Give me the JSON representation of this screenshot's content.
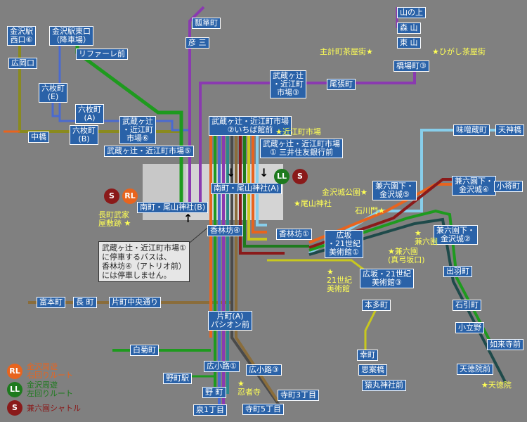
{
  "colors": {
    "background": "#808080",
    "stop_box": "#2a62a8",
    "landmark_text": "#ffff55",
    "right_loop": "#e8641e",
    "left_loop": "#1e7a1e",
    "kenrokuen_shuttle": "#8a1a1a"
  },
  "stops": [
    {
      "id": "kanazawa-west",
      "lines": [
        "金沢駅",
        "西口⑥"
      ]
    },
    {
      "id": "kanazawa-east",
      "lines": [
        "金沢駅東口",
        "（降車場）"
      ]
    },
    {
      "id": "rifare",
      "lines": [
        "リファーレ前"
      ]
    },
    {
      "id": "hirookaguchi",
      "lines": [
        "広岡口"
      ]
    },
    {
      "id": "rokumaicho-e",
      "lines": [
        "六枚町",
        "(E)"
      ]
    },
    {
      "id": "rokumaicho-a",
      "lines": [
        "六枚町",
        "(A)"
      ]
    },
    {
      "id": "rokumaicho-b",
      "lines": [
        "六枚町",
        "(B)"
      ]
    },
    {
      "id": "nakabashi",
      "lines": [
        "中橋"
      ]
    },
    {
      "id": "musashi-omicho-6",
      "lines": [
        "武蔵ヶ辻",
        "・近江町",
        "市場⑥"
      ]
    },
    {
      "id": "musashi-omicho-5",
      "lines": [
        "武蔵ヶ辻・近江町市場⑤"
      ]
    },
    {
      "id": "hyotanmachi",
      "lines": [
        "瓢箪町"
      ]
    },
    {
      "id": "hikoso",
      "lines": [
        "彦 三"
      ]
    },
    {
      "id": "musashi-omicho-3",
      "lines": [
        "武蔵ヶ辻",
        "・近江町",
        "市場③"
      ]
    },
    {
      "id": "owaricho",
      "lines": [
        "尾張町"
      ]
    },
    {
      "id": "yamanoue",
      "lines": [
        "山の上"
      ]
    },
    {
      "id": "moriyama",
      "lines": [
        "森 山"
      ]
    },
    {
      "id": "higashiyama",
      "lines": [
        "東 山"
      ]
    },
    {
      "id": "hashibacho-3",
      "lines": [
        "橋場町③"
      ]
    },
    {
      "id": "musashi-omicho-2",
      "lines": [
        "武蔵ヶ辻・近江町市場",
        "②いちば館前"
      ]
    },
    {
      "id": "musashi-omicho-1",
      "lines": [
        "武蔵ヶ辻・近江町市場",
        "① 三井住友銀行前"
      ]
    },
    {
      "id": "misokuracho",
      "lines": [
        "味噌蔵町"
      ]
    },
    {
      "id": "tenjinbashi",
      "lines": [
        "天神橋"
      ]
    },
    {
      "id": "minamicho-oyama-a",
      "lines": [
        "南町・尾山神社(A)"
      ]
    },
    {
      "id": "minamicho-oyama-b",
      "lines": [
        "南町・尾山神社(B)"
      ]
    },
    {
      "id": "kenrokuen-kanazawajo-5",
      "lines": [
        "兼六園下・",
        "金沢城⑤"
      ]
    },
    {
      "id": "kenrokuen-kanazawajo-4",
      "lines": [
        "兼六園下・",
        "金沢城④"
      ]
    },
    {
      "id": "koshocho",
      "lines": [
        "小将町"
      ]
    },
    {
      "id": "korinbo-4",
      "lines": [
        "香林坊④"
      ]
    },
    {
      "id": "korinbo-1",
      "lines": [
        "香林坊①"
      ]
    },
    {
      "id": "hirosaka-1",
      "lines": [
        "広坂",
        "・21世紀",
        "美術館①"
      ]
    },
    {
      "id": "kenrokuen-kanazawajo-2",
      "lines": [
        "兼六園下・",
        "金沢城②"
      ]
    },
    {
      "id": "demachi",
      "lines": [
        "出羽町"
      ]
    },
    {
      "id": "hirosaka-3",
      "lines": [
        "広坂・21世紀",
        "美術館③"
      ]
    },
    {
      "id": "tomimoto",
      "lines": [
        "富本町"
      ]
    },
    {
      "id": "nagamachi",
      "lines": [
        "長 町"
      ]
    },
    {
      "id": "katamachi-chuo",
      "lines": [
        "片町中央通り"
      ]
    },
    {
      "id": "honda",
      "lines": [
        "本多町"
      ]
    },
    {
      "id": "ishibikicho",
      "lines": [
        "石引町"
      ]
    },
    {
      "id": "katamachi-a",
      "lines": [
        "片町(A)",
        "パシオン前"
      ]
    },
    {
      "id": "kodatsuno",
      "lines": [
        "小立野"
      ]
    },
    {
      "id": "shiragikucho",
      "lines": [
        "白菊町"
      ]
    },
    {
      "id": "saiwaicho",
      "lines": [
        "幸町"
      ]
    },
    {
      "id": "nyoraiji",
      "lines": [
        "如来寺前"
      ]
    },
    {
      "id": "shianbashi",
      "lines": [
        "思案橋"
      ]
    },
    {
      "id": "hirokoji-1",
      "lines": [
        "広小路①"
      ]
    },
    {
      "id": "hirokoji-3",
      "lines": [
        "広小路③"
      ]
    },
    {
      "id": "tentokuin-mae",
      "lines": [
        "天徳院前"
      ]
    },
    {
      "id": "nomachi-eki",
      "lines": [
        "野町駅"
      ]
    },
    {
      "id": "sarumaru",
      "lines": [
        "猿丸神社前"
      ]
    },
    {
      "id": "nomachi",
      "lines": [
        "野 町"
      ]
    },
    {
      "id": "teramachi-3",
      "lines": [
        "寺町3丁目"
      ]
    },
    {
      "id": "izumi-1",
      "lines": [
        "泉1丁目"
      ]
    },
    {
      "id": "teramachi-5",
      "lines": [
        "寺町5丁目"
      ]
    }
  ],
  "landmarks": [
    {
      "id": "kazuemachi",
      "lines": [
        "主計町茶屋街★"
      ]
    },
    {
      "id": "higashi-chaya",
      "lines": [
        "★ひがし茶屋街"
      ]
    },
    {
      "id": "omicho-market",
      "lines": [
        "★近江町市場"
      ]
    },
    {
      "id": "kanazawajo-park",
      "lines": [
        "金沢城公園★"
      ]
    },
    {
      "id": "oyama-shrine",
      "lines": [
        "★尾山神社"
      ]
    },
    {
      "id": "ishikawamon",
      "lines": [
        "石川門★"
      ]
    },
    {
      "id": "nagamachi-samurai",
      "lines": [
        "長町武家",
        "屋敷跡 ★"
      ]
    },
    {
      "id": "kenrokuen",
      "lines": [
        "★",
        "兼六園"
      ]
    },
    {
      "id": "kenrokuen-mayumizaka",
      "lines": [
        "★兼六園",
        "(真弓坂口)"
      ]
    },
    {
      "id": "museum-21",
      "lines": [
        "★",
        "21世紀",
        "美術館"
      ]
    },
    {
      "id": "ninjadera",
      "lines": [
        "★",
        "忍者寺"
      ]
    },
    {
      "id": "tentokuin",
      "lines": [
        "★天徳院"
      ]
    }
  ],
  "note": {
    "lines": [
      "武蔵ヶ辻・近江町市場①",
      "に停車するバスは、",
      "香林坊④（アトリオ前）",
      "には停車しません。"
    ]
  },
  "badges": {
    "rl": "RL",
    "ll": "LL",
    "s": "S"
  },
  "legend": [
    {
      "badge": "RL",
      "lines": [
        "金沢周遊",
        "右回りルート"
      ],
      "color": "#e8641e"
    },
    {
      "badge": "LL",
      "lines": [
        "金沢周遊",
        "左回りルート"
      ],
      "color": "#1e7a1e"
    },
    {
      "badge": "S",
      "lines": [
        "兼六園シャトル"
      ],
      "color": "#8a1a1a"
    }
  ]
}
